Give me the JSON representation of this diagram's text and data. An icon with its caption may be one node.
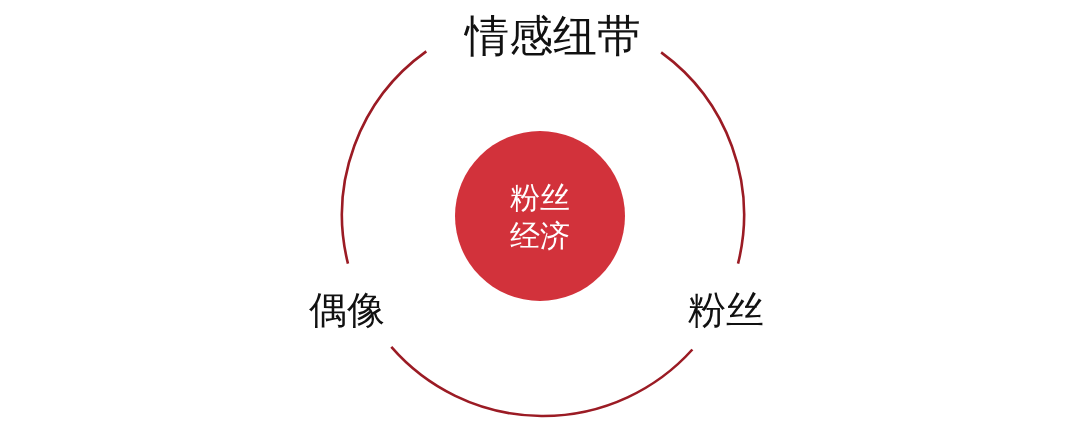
{
  "diagram": {
    "nodes": [
      {
        "text": [
          "情感纽带"
        ]
      },
      {
        "text": [
          "偶像"
        ]
      },
      {
        "text": [
          "粉丝"
        ]
      },
      {
        "text": [
          "粉丝经济"
        ]
      }
    ],
    "edges": [
      {
        "from": 0,
        "to": 2,
        "arrow": "none"
      },
      {
        "from": 2,
        "to": 1,
        "arrow": "none"
      },
      {
        "from": 1,
        "to": 0,
        "arrow": "none"
      }
    ]
  }
}
